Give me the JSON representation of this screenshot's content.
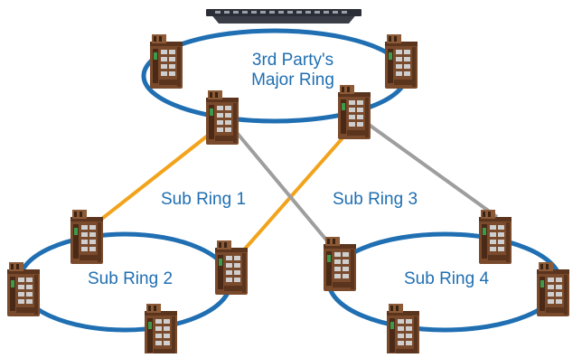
{
  "diagram": {
    "major_ring_label": [
      "3rd Party's",
      "Major Ring"
    ],
    "sub_rings": [
      {
        "label": "Sub Ring 1"
      },
      {
        "label": "Sub Ring 2"
      },
      {
        "label": "Sub Ring 3"
      },
      {
        "label": "Sub Ring 4"
      }
    ],
    "colors": {
      "ring": "#1f6fb2",
      "label": "#1f6fb2",
      "link_orange": "#f2a31b",
      "link_gray": "#9e9e9e",
      "switch_body": "#7a4a2c",
      "switch_dark": "#4a2a16",
      "core_switch": "#2b2e36"
    },
    "icons": {
      "industrial_switch": "industrial-switch-icon",
      "core_switch": "rack-switch-icon"
    }
  }
}
